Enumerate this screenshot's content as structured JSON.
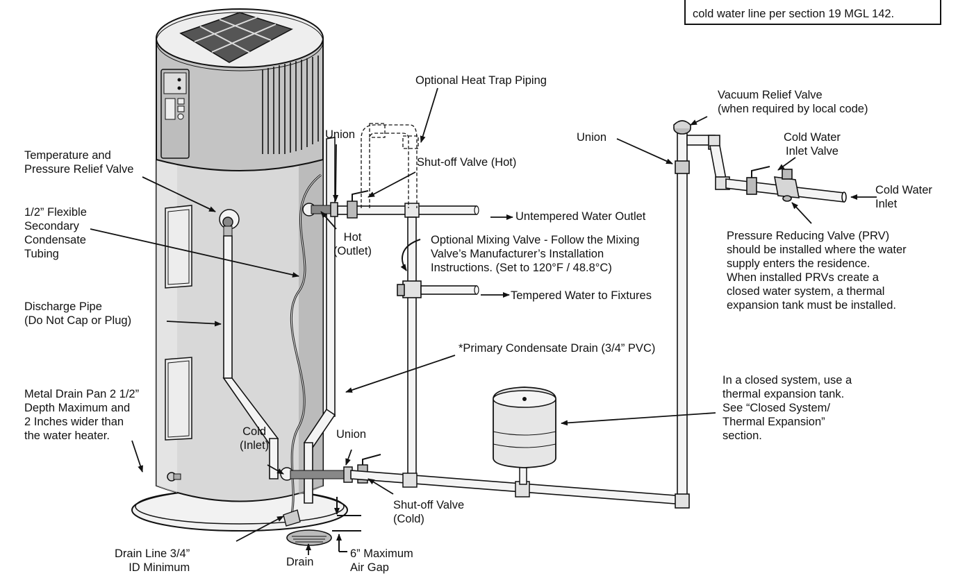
{
  "note_box": {
    "text": "cold water line per section 19 MGL 142."
  },
  "labels": {
    "heat_trap": [
      "Optional Heat Trap Piping"
    ],
    "union_top": [
      "Union"
    ],
    "shutoff_hot": [
      "Shut-off Valve (Hot)"
    ],
    "tp_valve": [
      "Temperature and",
      "Pressure Relief Valve"
    ],
    "flex_tubing": [
      "1/2” Flexible",
      "Secondary",
      "Condensate",
      "Tubing"
    ],
    "hot_outlet": [
      "Hot",
      "(Outlet)"
    ],
    "untempered": [
      "Untempered Water Outlet"
    ],
    "mixing_valve": [
      "Optional Mixing Valve - Follow the Mixing",
      "Valve’s Manufacturer’s Installation",
      "Instructions. (Set to 120°F / 48.8°C)"
    ],
    "tempered": [
      "Tempered Water to Fixtures"
    ],
    "discharge": [
      "Discharge Pipe",
      "(Do Not Cap or Plug)"
    ],
    "primary_drain": [
      "*Primary Condensate Drain (3/4” PVC)"
    ],
    "drain_pan": [
      "Metal Drain Pan 2 1/2”",
      "Depth Maximum and",
      "2 Inches wider than",
      "the water heater."
    ],
    "cold_inlet": [
      "Cold",
      "(Inlet)"
    ],
    "union_bottom": [
      "Union"
    ],
    "shutoff_cold": [
      "Shut-off Valve",
      "(Cold)"
    ],
    "drain_line": [
      "Drain Line 3/4”",
      "ID Minimum"
    ],
    "drain": [
      "Drain"
    ],
    "air_gap": [
      "6” Maximum",
      "Air Gap"
    ],
    "vacuum_relief": [
      "Vacuum Relief Valve",
      "(when required by local code)"
    ],
    "union_right": [
      "Union"
    ],
    "cold_inlet_valve": [
      "Cold Water",
      "Inlet Valve"
    ],
    "cold_water_inlet": [
      "Cold Water",
      "Inlet"
    ],
    "prv": [
      "Pressure Reducing Valve (PRV)",
      "should be installed where the water",
      "supply enters the residence.",
      "When installed PRVs create a",
      "closed water system, a thermal",
      "expansion tank must be installed."
    ],
    "expansion_tank": [
      "In a closed system, use a",
      "thermal expansion tank.",
      "See “Closed System/",
      "Thermal Expansion”",
      "section."
    ]
  }
}
